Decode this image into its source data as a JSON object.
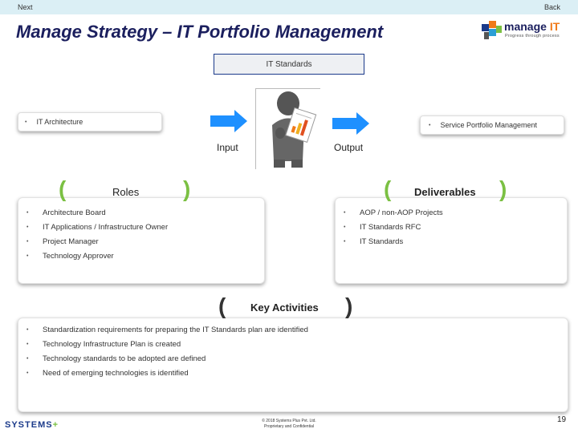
{
  "nav": {
    "next": "Next",
    "back": "Back"
  },
  "title": "Manage Strategy – IT Portfolio Management",
  "logo": {
    "word": "manage",
    "accent": "IT",
    "tagline": "Progress through process"
  },
  "standards_box": "IT Standards",
  "input_bar": {
    "bullet": "•",
    "label": "IT Architecture"
  },
  "output_bar": {
    "bullet": "•",
    "label": "Service Portfolio Management"
  },
  "labels": {
    "input": "Input",
    "output": "Output"
  },
  "roles": {
    "heading": "Roles",
    "items": [
      "Architecture Board",
      "IT Applications / Infrastructure Owner",
      "Project Manager",
      "Technology Approver"
    ]
  },
  "deliverables": {
    "heading": "Deliverables",
    "items": [
      "AOP / non-AOP Projects",
      "IT Standards RFC",
      "IT Standards"
    ]
  },
  "key_activities": {
    "heading": "Key Activities",
    "items": [
      "Standardization requirements for preparing the IT Standards plan are identified",
      "Technology Infrastructure Plan is created",
      "Technology standards to be adopted are defined",
      "Need of emerging technologies is identified"
    ]
  },
  "footer": {
    "brand": "SYSTEMS",
    "brand_plus": "+",
    "copyright_line1": "© 2018 Systems Plus Pvt. Ltd.",
    "copyright_line2": "Proprietary and Confidential",
    "page": "19"
  },
  "colors": {
    "title": "#1b1f5e",
    "accent_orange": "#f07a1a",
    "bracket_green": "#7bc043",
    "arrow_blue": "#1e90ff"
  },
  "icons": [
    "bullet-icon",
    "arrow-right-icon",
    "person-chart-icon",
    "bracket-icon",
    "logo-blocks-icon"
  ]
}
